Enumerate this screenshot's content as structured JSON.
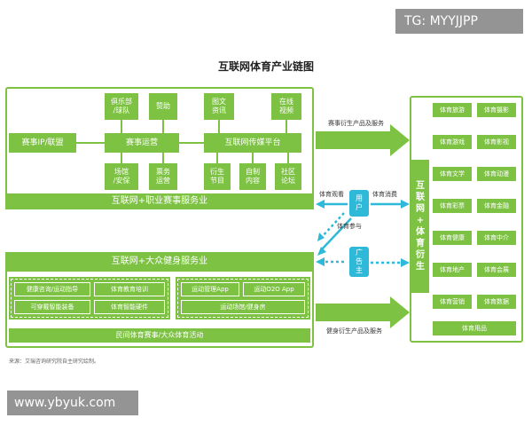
{
  "watermark_top": "TG: MYYJJPP",
  "watermark_bottom": "www.ybyuk.com",
  "title": "互联网体育产业链图",
  "top_section": {
    "ip_box": "赛事IP/联盟",
    "events_ops": "赛事运营",
    "broadcast": "互联网传媒平台",
    "top_boxes": [
      "俱乐部\n/球队",
      "赞助",
      "图文\n资讯",
      "在线\n视频"
    ],
    "bottom_boxes": [
      "场馆\n/安保",
      "票务\n运营",
      "衍生\n节目",
      "自制\n内容",
      "社区\n论坛"
    ],
    "bar_label": "互联网+职业赛事服务业"
  },
  "middle": {
    "user": "用\n户",
    "advertiser": "广\n告\n主",
    "label_watch": "体育观看",
    "label_consume": "体育消费",
    "label_participate": "体育参与",
    "arrow_top": "赛事衍生产品及服务",
    "arrow_bottom": "健身衍生产品及服务"
  },
  "bottom_section": {
    "bar_label": "互联网+大众健身服务业",
    "left_items": [
      "健康咨询/运动指导",
      "体育教育培训",
      "可穿戴智能装备",
      "体育智能硬件"
    ],
    "right_items": [
      "运动管理App",
      "运动O2O App",
      "运动场馆/健身房"
    ],
    "footer_label": "民间体育赛事/大众体育活动"
  },
  "right_panel": {
    "vertical_label": "互\n联\n网\n+\n体\n育\n衍\n生",
    "items": [
      "体育旅游",
      "体育摄影",
      "体育游戏",
      "体育影视",
      "体育文学",
      "体育动漫",
      "体育彩票",
      "体育金融",
      "体育健康",
      "体育中介",
      "体育地产",
      "体育会展",
      "体育营销",
      "体育数据",
      "体育用品"
    ]
  },
  "source_note": "来源：艾瑞咨询研究院自主研究绘制。",
  "colors": {
    "green": "#7dc242",
    "cyan": "#2fb9d8",
    "white": "#ffffff"
  }
}
